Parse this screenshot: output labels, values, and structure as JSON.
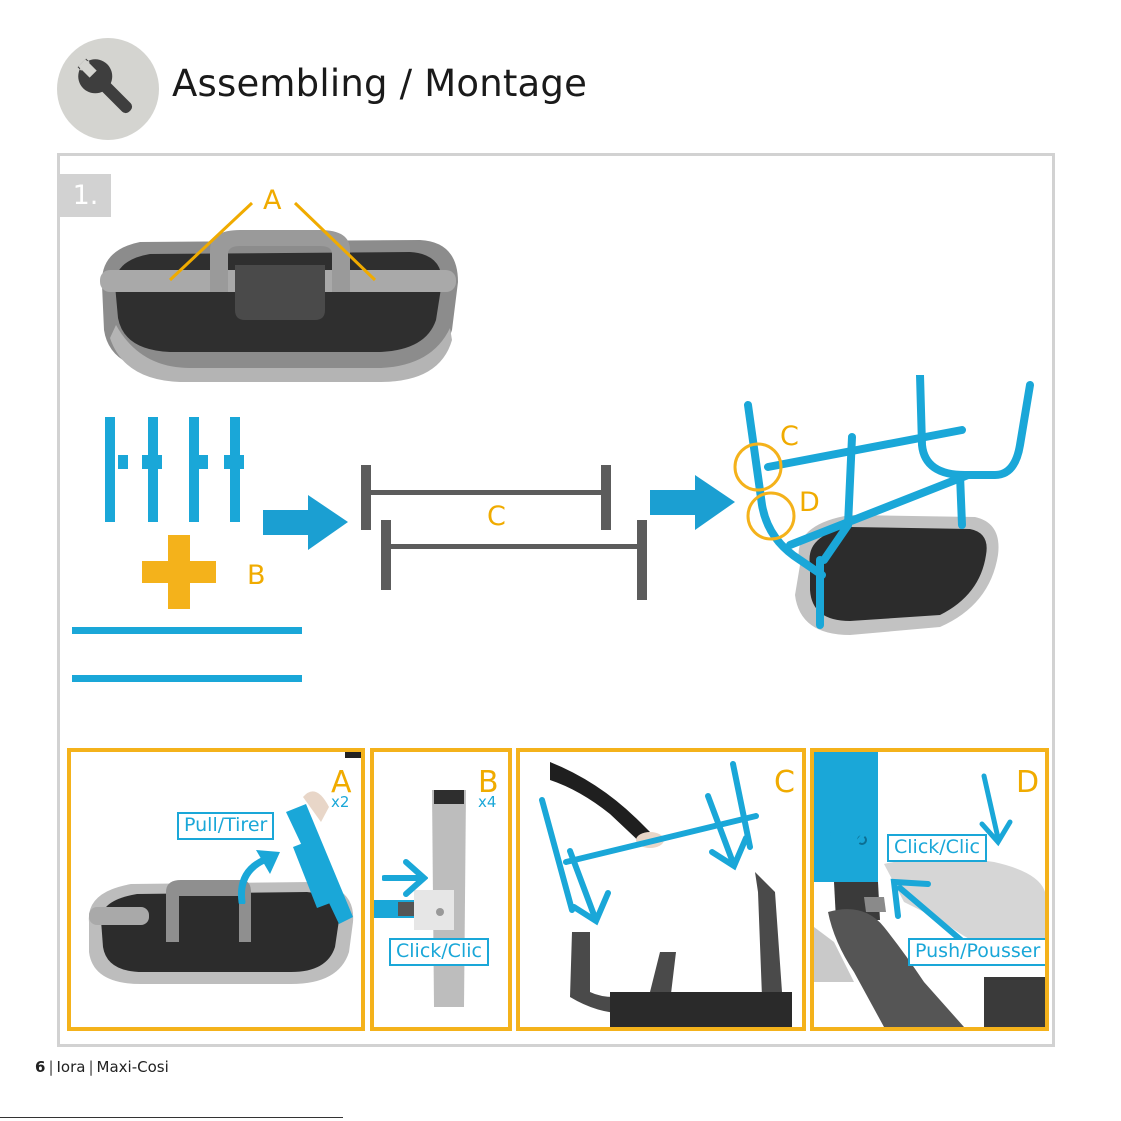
{
  "header": {
    "title": "Assembling / Montage",
    "icon": "wrench-icon"
  },
  "step": {
    "number": "1."
  },
  "callouts": {
    "a": "A",
    "b": "B",
    "c_top": "C",
    "c_right": "C",
    "d_right": "D"
  },
  "panels": {
    "a": {
      "letter": "A",
      "multiplier": "x2",
      "label": "Pull/Tirer"
    },
    "b": {
      "letter": "B",
      "multiplier": "x4",
      "label": "Click/Clic"
    },
    "c": {
      "letter": "C"
    },
    "d": {
      "letter": "D",
      "label_click": "Click/Clic",
      "label_push": "Push/Pousser"
    }
  },
  "footer": {
    "page": "6",
    "product": "Iora",
    "brand": "Maxi-Cosi"
  },
  "colors": {
    "accent_blue": "#1aa7d8",
    "accent_yellow": "#f4b21b",
    "frame_gray": "#d2d2d2",
    "arrow_blue": "#1b9fd2"
  }
}
